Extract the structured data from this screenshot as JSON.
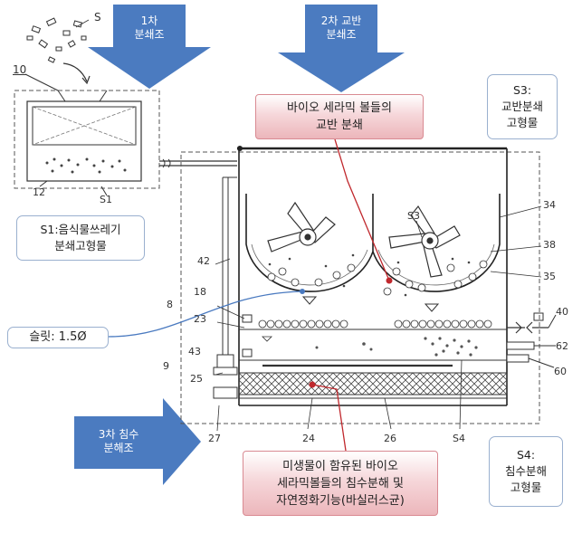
{
  "arrows": {
    "primary": "1차\n분쇄조",
    "secondary": "2차 교반\n분쇄조",
    "tertiary": "3차 침수\n분해조"
  },
  "callouts": {
    "s3": "S3:\n교반분쇄\n고형물",
    "s1": "S1:음식물쓰레기\n분쇄고형물",
    "slit": "슬릿: 1.5Ø",
    "s4": "S4:\n침수분해\n고형물"
  },
  "highlights": {
    "top": "바이오 세라믹 볼들의\n교반 분쇄",
    "bottom": "미생물이 함유된 바이오\n세라믹볼들의 침수분해 및\n자연정화기능(바실러스균)"
  },
  "labels": {
    "S": "S",
    "n10": "10",
    "n12": "12",
    "S1": "S1",
    "S3": "S3",
    "n34": "34",
    "n38": "38",
    "n35": "35",
    "n42": "42",
    "n18": "18",
    "n8": "8",
    "n23": "23",
    "n43": "43",
    "n9": "9",
    "n25": "25",
    "n40": "40",
    "n62": "62",
    "n60": "60",
    "n27": "27",
    "n24": "24",
    "n26": "26",
    "S4": "S4"
  },
  "colors": {
    "arrow_blue": "#4b7bc0",
    "callout_border": "#9ab0cf",
    "highlight_pink": "#ecb6bb",
    "pointer_red": "#c0282d"
  }
}
